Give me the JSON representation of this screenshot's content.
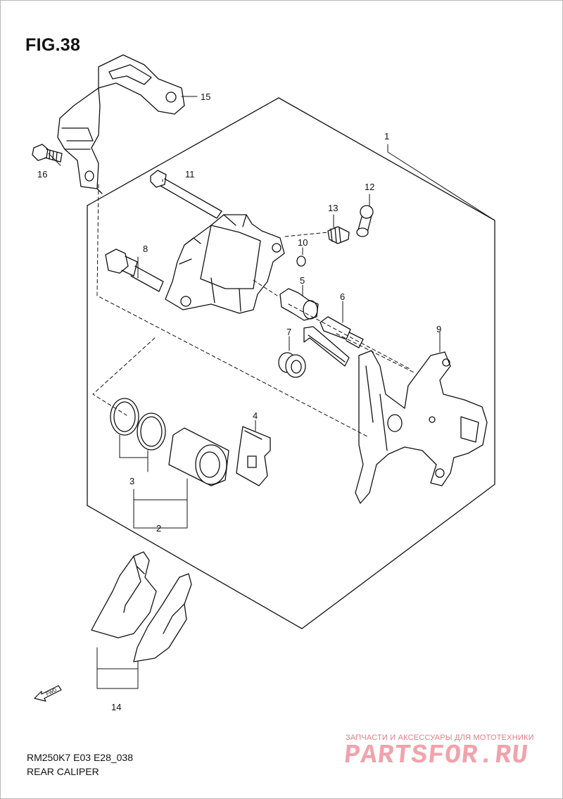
{
  "figure": {
    "title": "FIG.38"
  },
  "callouts": [
    "1",
    "2",
    "3",
    "4",
    "5",
    "6",
    "7",
    "8",
    "9",
    "10",
    "11",
    "12",
    "13",
    "14",
    "15",
    "16"
  ],
  "footer": {
    "model_code": "RM250K7 E03 E28_038",
    "section_name": "REAR CALIPER"
  },
  "fwd_label": "FWD",
  "watermark": {
    "tagline": "ЗАПЧАСТИ И АКСЕССУАРЫ ДЛЯ МОТОТЕХНИКИ",
    "brand": "PARTSFOR.RU"
  },
  "colors": {
    "line": "#111111",
    "watermark": "#f1a3ab",
    "watermark_text": "#e07c86"
  }
}
